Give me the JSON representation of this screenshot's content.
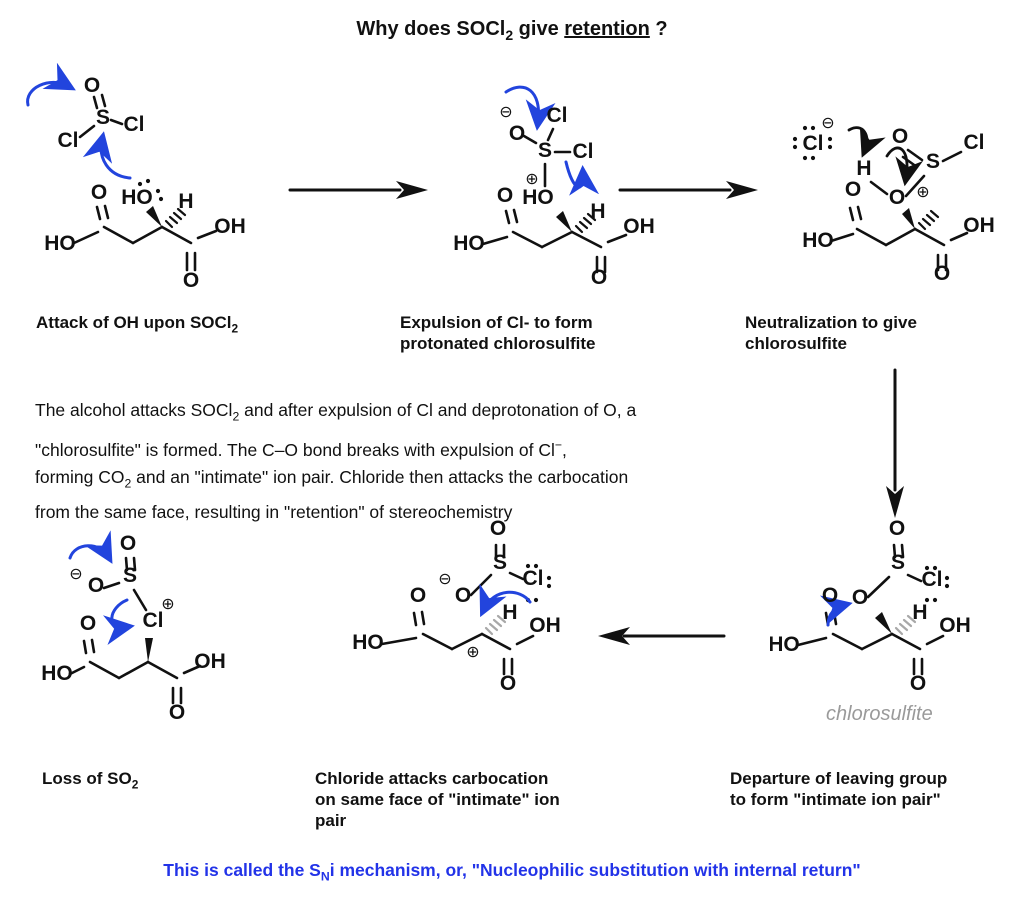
{
  "title": {
    "parts": [
      {
        "t": "Why does SOCl"
      },
      {
        "sub": "2"
      },
      {
        "t": " give "
      },
      {
        "u": "retention"
      },
      {
        "t": " ?"
      }
    ]
  },
  "labels": {
    "O": "O",
    "S": "S",
    "Cl": "Cl",
    "HO": "HO",
    "OH": "OH",
    "H": "H",
    "plus": "⊕",
    "minus": "⊖"
  },
  "steps": {
    "step1": {
      "caption_parts": [
        {
          "t": "Attack of OH upon SOCl"
        },
        {
          "sub": "2"
        }
      ]
    },
    "step2": {
      "caption": "Expulsion of Cl- to form\nprotonated chlorosulfite"
    },
    "step3": {
      "caption": "Neutralization to give\nchlorosulfite"
    },
    "step4": {
      "caption_parts": [
        {
          "t": "Loss of SO"
        },
        {
          "sub": "2"
        }
      ]
    },
    "step5": {
      "caption": "Chloride attacks carbocation\non same face of \"intimate\" ion\npair"
    },
    "step6": {
      "caption": "Departure of leaving group\nto form \"intimate ion pair\"",
      "molecule_label": "chlorosulfite"
    }
  },
  "paragraph": {
    "parts": [
      {
        "t": "The alcohol attacks SOCl"
      },
      {
        "sub": "2"
      },
      {
        "t": " and after expulsion of Cl and deprotonation of O, a\n\"chlorosulfite\" is formed. The C–O bond breaks with expulsion of Cl"
      },
      {
        "sup": "−"
      },
      {
        "t": ",\nforming CO"
      },
      {
        "sub": "2"
      },
      {
        "t": " and an \"intimate\" ion pair. Chloride then attacks the carbocation\nfrom the same face, resulting in \"retention\" of stereochemistry"
      }
    ]
  },
  "footer": {
    "parts": [
      {
        "t": "This is called the S"
      },
      {
        "sub": "N"
      },
      {
        "t": "i mechanism, or, \"Nucleophilic substitution with internal return\""
      }
    ]
  },
  "colors": {
    "red": "#e8220a",
    "green": "#00b400",
    "arrow_blue": "#2244dd",
    "footer_blue": "#2233e8",
    "gray": "#a8a8a8",
    "black": "#111111"
  }
}
